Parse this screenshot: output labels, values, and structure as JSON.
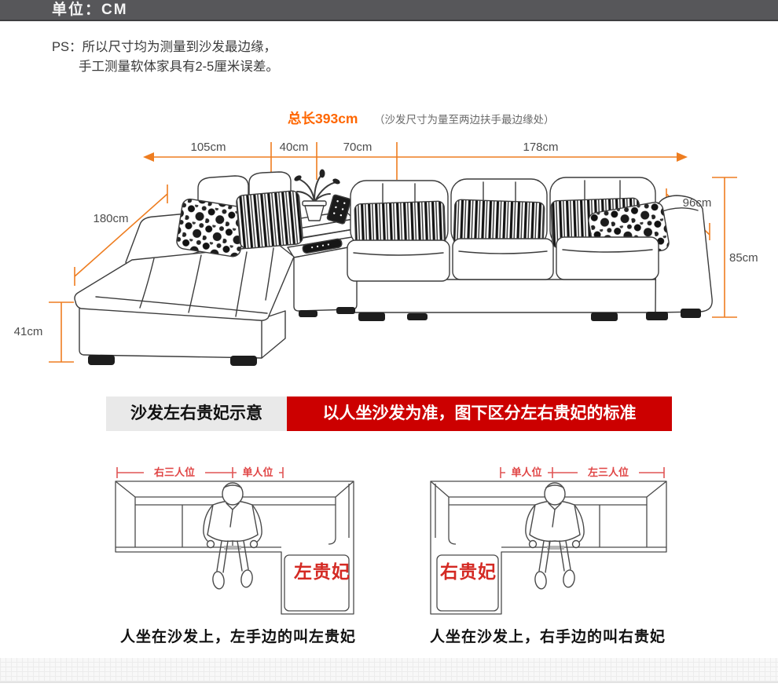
{
  "unit_bar": {
    "title": "单位：CM"
  },
  "ps_note": {
    "line1": "PS：所以尺寸均为测量到沙发最边缘，",
    "line2": "手工测量软体家具有2-5厘米误差。"
  },
  "total_length": {
    "label": "总长393cm",
    "note": "（沙发尺寸为量至两边扶手最边缘处）"
  },
  "top_dims": {
    "segments": [
      "105cm",
      "40cm",
      "70cm",
      "178cm"
    ]
  },
  "side_dims": {
    "chaise_depth": "180cm",
    "seat_height": "41cm",
    "arm_width": "96cm",
    "total_height": "85cm"
  },
  "section_header": {
    "left_label": "沙发左右贵妃示意",
    "right_label": "以人坐沙发为准，图下区分左右贵妃的标准"
  },
  "left_diagram": {
    "three_seat_label": "右三人位",
    "single_seat_label": "单人位",
    "chaise_label": "左贵妃",
    "caption": "人坐在沙发上，左手边的叫左贵妃"
  },
  "right_diagram": {
    "single_seat_label": "单人位",
    "three_seat_label": "左三人位",
    "chaise_label": "右贵妃",
    "caption": "人坐在沙发上，右手边的叫右贵妃"
  },
  "colors": {
    "accent_orange": "#ff6600",
    "dim_line_orange": "#ee7d20",
    "banner_red": "#cc0000",
    "diagram_red": "#e04545",
    "chaise_label_red": "#d42a24",
    "header_bar_gray": "#57575a"
  }
}
